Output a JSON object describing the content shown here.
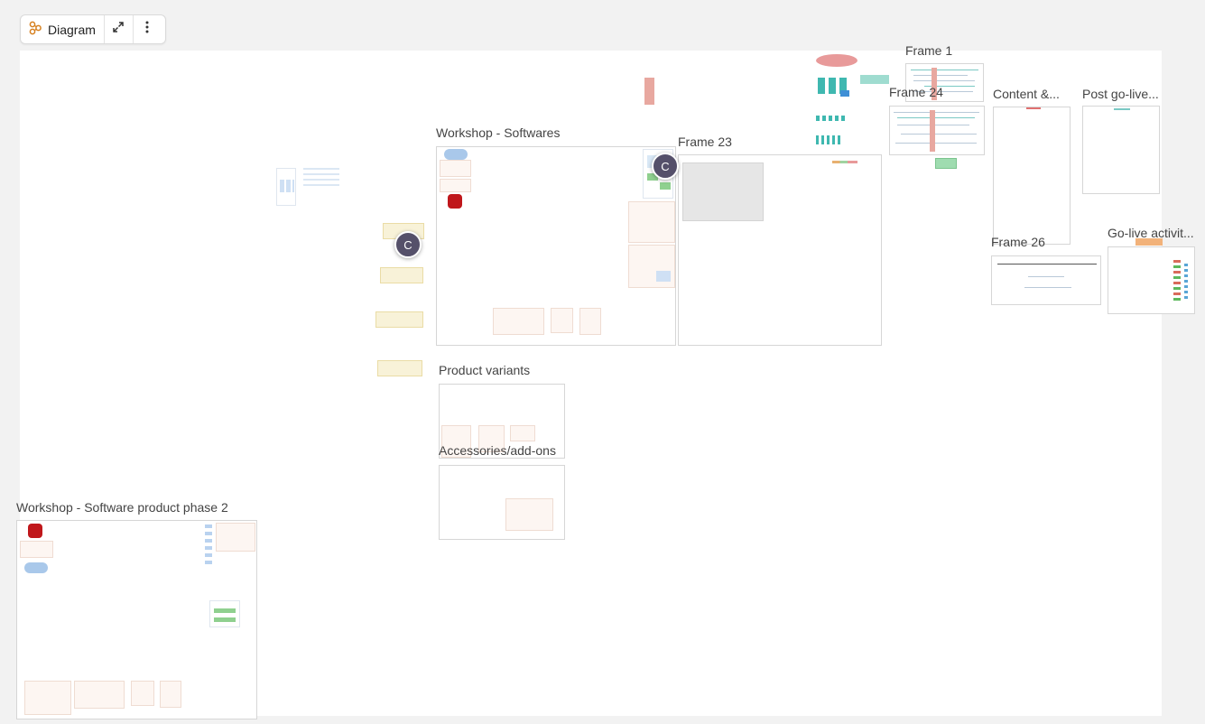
{
  "toolbar": {
    "diagram_label": "Diagram",
    "diagram_icon": "diagram-icon",
    "expand_icon": "expand-icon",
    "more_icon": "more-vertical-icon"
  },
  "frames": {
    "frame1": "Frame 1",
    "frame24": "Frame 24",
    "content": "Content &...",
    "post_go_live": "Post go-live...",
    "workshop_softwares": "Workshop - Softwares",
    "frame23": "Frame 23",
    "frame26": "Frame 26",
    "go_live_activities": "Go-live activit...",
    "product_variants": "Product variants",
    "accessories": "Accessories/add-ons",
    "workshop_phase2": "Workshop - Software product phase 2"
  },
  "collaborators": [
    {
      "initial": "C"
    },
    {
      "initial": "C"
    }
  ],
  "colors": {
    "canvas": "#ffffff",
    "background": "#f2f2f2",
    "avatar": "#55506a",
    "accent_red": "#c0171b",
    "accent_teal": "#3fb8b0",
    "accent_blue": "#a9c8ea"
  }
}
